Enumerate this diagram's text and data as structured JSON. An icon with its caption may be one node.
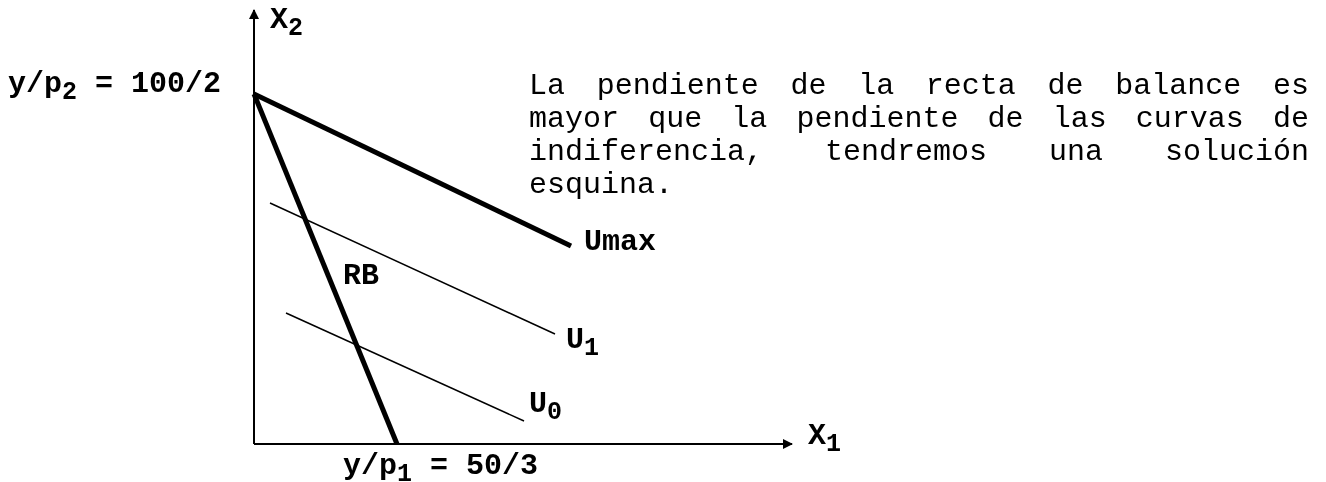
{
  "diagram": {
    "labels": [
      "X$_{2}$",
      "y/p$_{2}$ = 100/2",
      "La pendiente de la recta de balance es mayor que la pendiente de las curvas de indiferencia, tendremos una solución esquina.",
      "Umax",
      "RB",
      "U$_{1}$",
      "U$_{0}$",
      "X$_{1}$",
      "y/p$_{1}$ = 50/3"
    ]
  }
}
